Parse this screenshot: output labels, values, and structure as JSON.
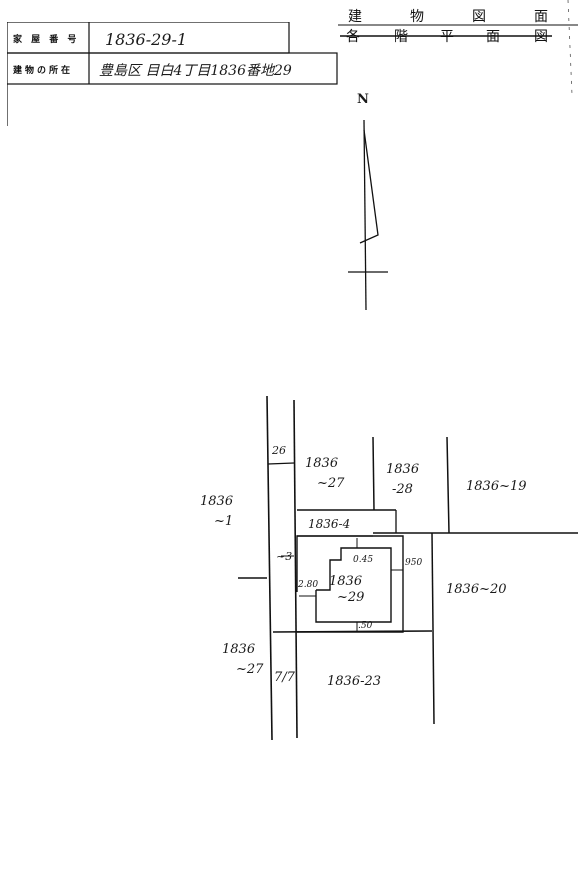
{
  "header": {
    "house_no_label": "家 屋 番 号",
    "house_no_value": "1836-29-1",
    "location_label": "建物の所在",
    "location_value": "豊島区 目白4丁目1836番地29"
  },
  "titles": {
    "building_drawing": [
      "建",
      "物",
      "図",
      "面"
    ],
    "floor_plan": [
      "各",
      "階",
      "平",
      "面",
      "図"
    ]
  },
  "north_label": "N",
  "lots": {
    "lot_1": [
      "1836",
      "~1"
    ],
    "lot_27_top": [
      "1836",
      "~27"
    ],
    "lot_28": [
      "1836",
      "-28"
    ],
    "lot_19": "1836~19",
    "lot_4": "1836-4",
    "lot_3": "~3",
    "lot_29": [
      "1836",
      "~29"
    ],
    "lot_20": "1836~20",
    "lot_27_bottom": [
      "1836",
      "~27"
    ],
    "lot_23": "1836-23",
    "road_mark": "7/7"
  },
  "dimensions": {
    "d26": "26",
    "d045": "0.45",
    "d950": "950",
    "d280": "2.80",
    "d50": ".50"
  }
}
